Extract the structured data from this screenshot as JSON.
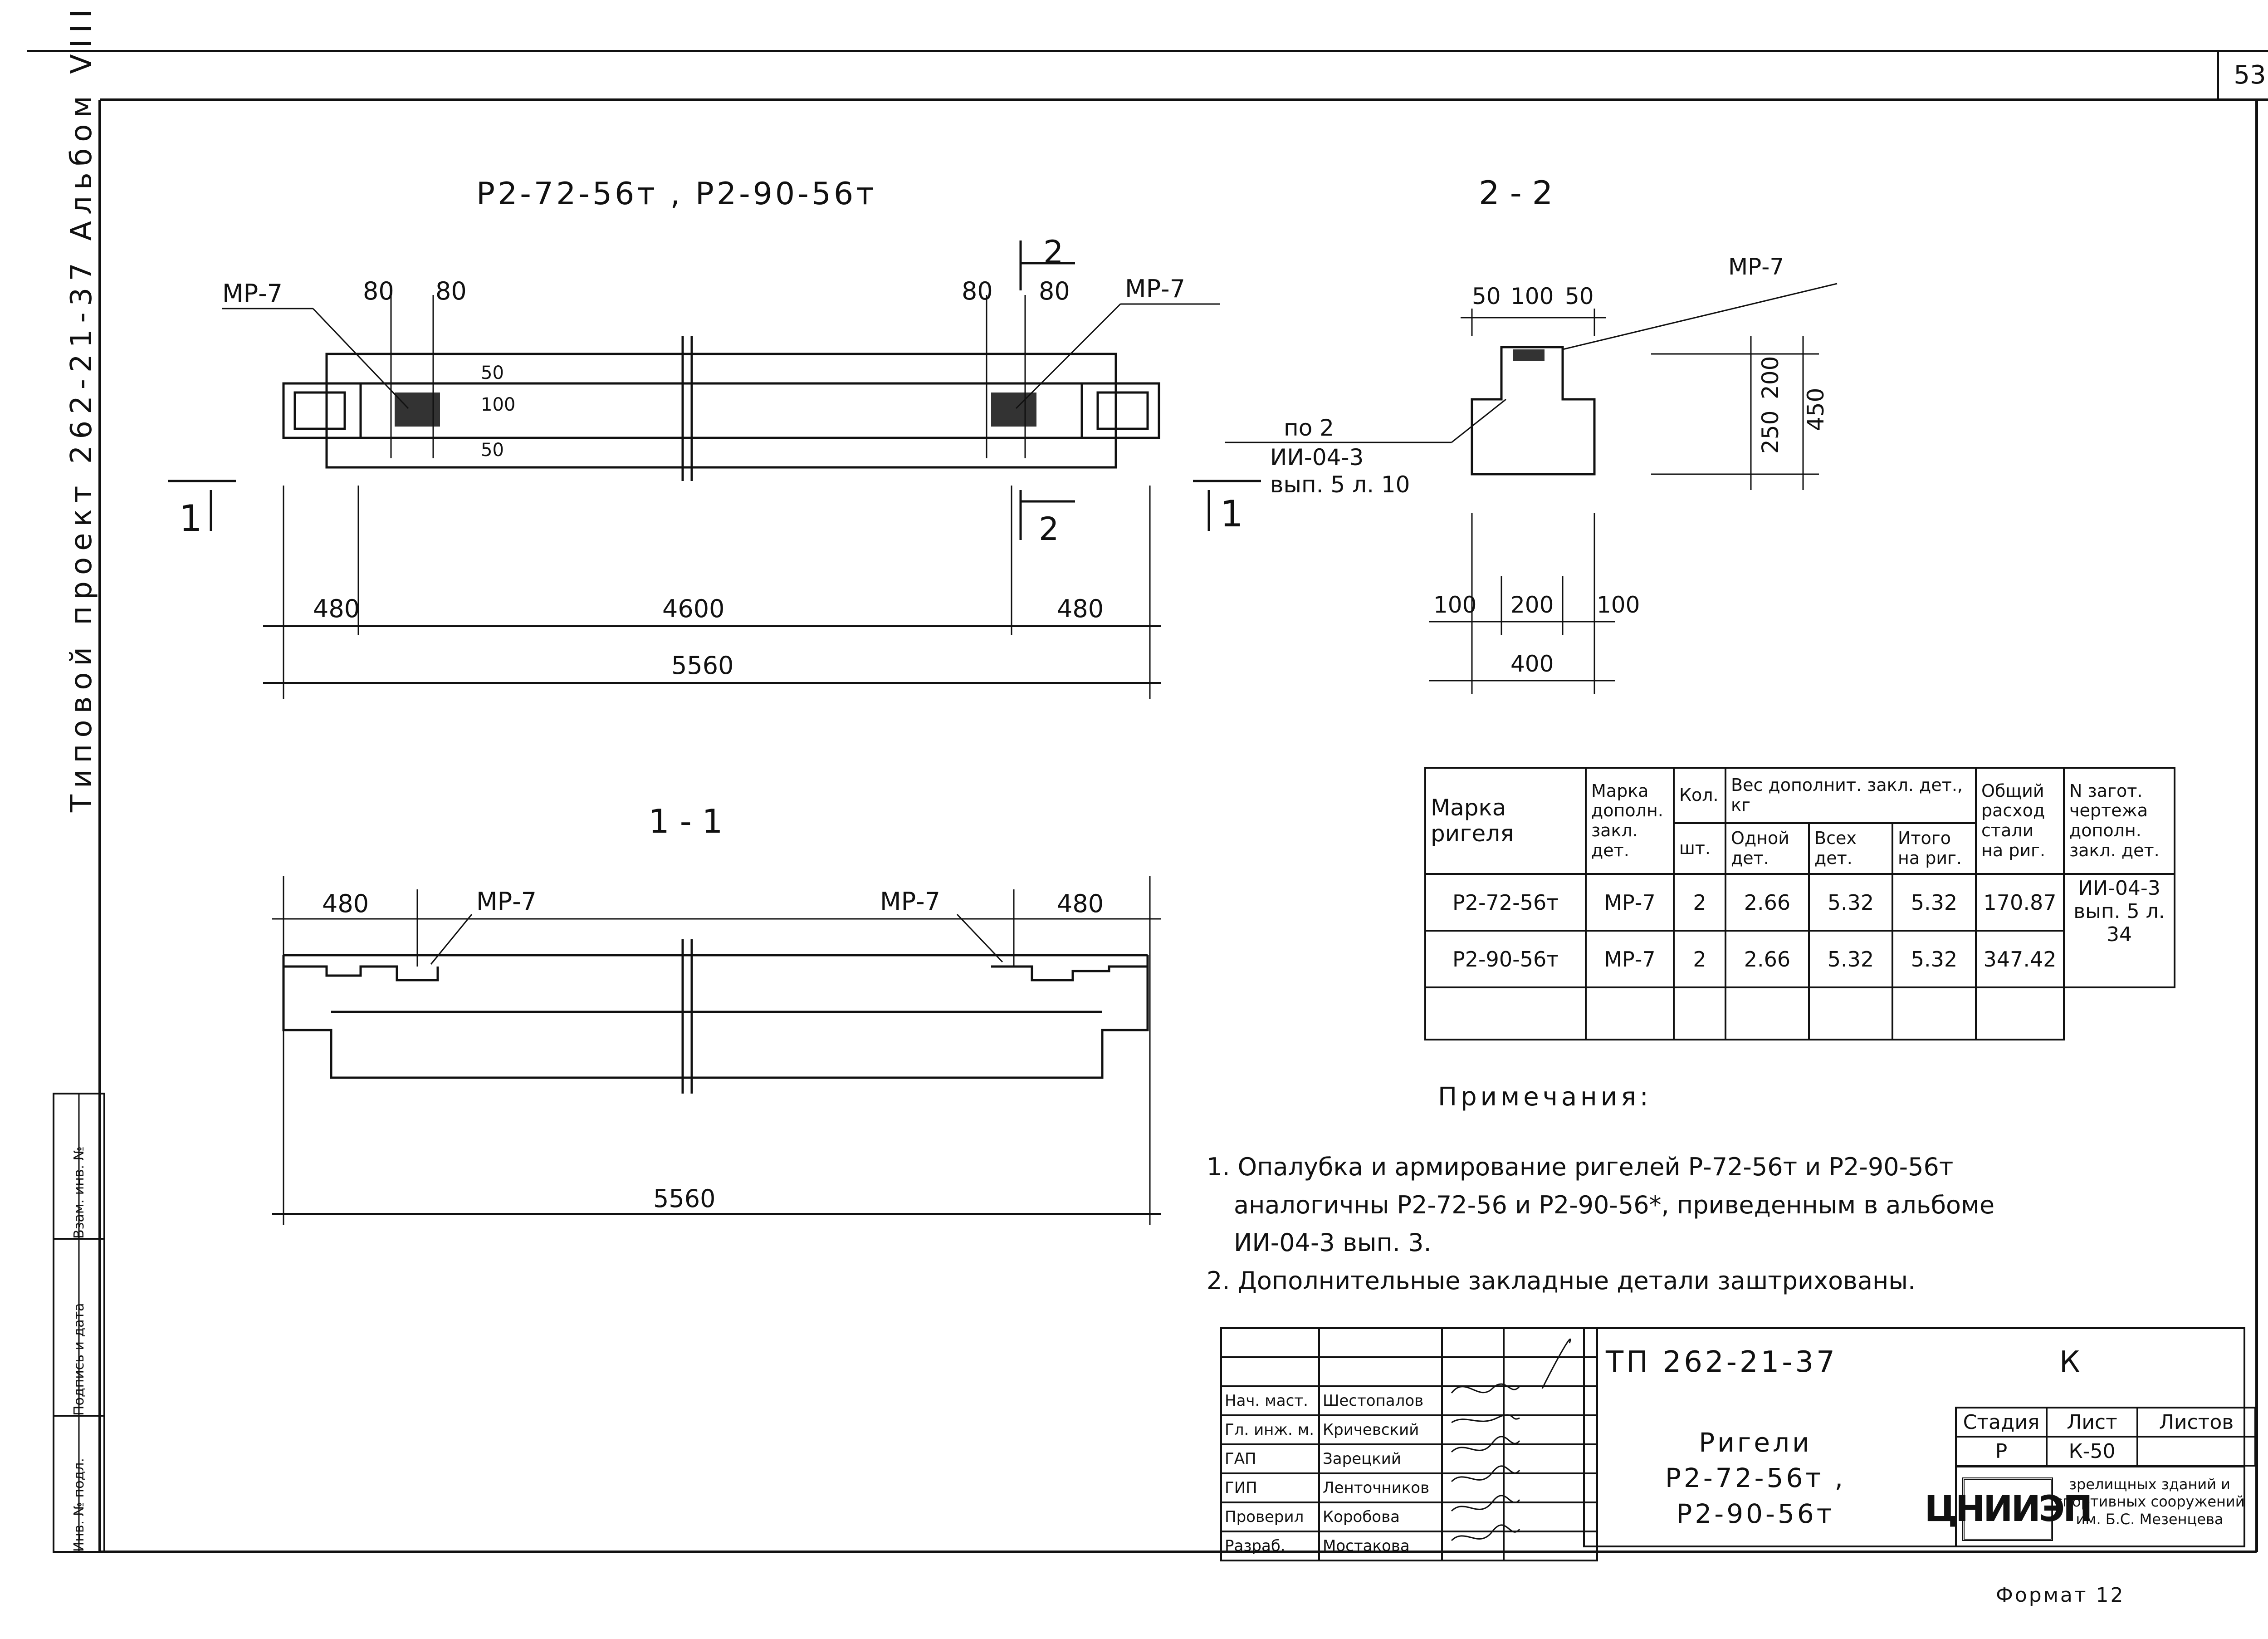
{
  "sheet_number": "53",
  "side_label": "Типовой проект 262-21-37 Альбом VIII",
  "side_cells": [
    "Взам. инв. №",
    "Подпись и дата",
    "Инв. № подл."
  ],
  "views": {
    "plan_title": "Р2-72-56т ,   Р2-90-56т",
    "section22_title": "2 - 2",
    "section11_title": "1 - 1",
    "mark_mr7": "МР-7",
    "cut1": "1",
    "cut2": "2",
    "dims_plan": {
      "d80": "80",
      "d50": "50",
      "d100": "100",
      "d480": "480",
      "d4600": "4600",
      "d5560": "5560"
    },
    "dims_22": {
      "d50": "50",
      "d100": "100",
      "d200": "200",
      "d250": "250",
      "d450": "450",
      "d400": "400"
    },
    "leader_22": [
      "по 2",
      "ИИ-04-3",
      "вып. 5 л. 10"
    ]
  },
  "spec_table": {
    "headers": {
      "marka_rigelya": "Марка ригеля",
      "marka_dopoln": "Марка дополн. закл. дет.",
      "kol": "Кол.",
      "sht": "шт.",
      "ves": "Вес дополнит. закл. дет., кг",
      "odnoy": "Одной дет.",
      "vseh": "Всех дет.",
      "itogo": "Итого на риг.",
      "obshiy": "Общий расход стали на риг.",
      "n_zagot": "N загот. чертежа дополн. закл. дет."
    },
    "rows": [
      {
        "marka": "Р2-72-56т",
        "mr": "МР-7",
        "kol": "2",
        "odnoy": "2.66",
        "vseh": "5.32",
        "itogo": "5.32",
        "obshiy": "170.87"
      },
      {
        "marka": "Р2-90-56т",
        "mr": "МР-7",
        "kol": "2",
        "odnoy": "2.66",
        "vseh": "5.32",
        "itogo": "5.32",
        "obshiy": "347.42"
      }
    ],
    "zagot_ref": "ИИ-04-3 вып. 5 л. 34"
  },
  "notes": {
    "title": "Примечания:",
    "n1a": "1. Опалубка и армирование ригелей Р-72-56т и Р2-90-56т",
    "n1b": "аналогичны Р2-72-56 и Р2-90-56*, приведенным в альбоме",
    "n1c": "ИИ-04-3 вып. 3.",
    "n2": "2. Дополнительные закладные детали заштрихованы."
  },
  "title_block": {
    "people": [
      {
        "role": "Нач. маст.",
        "name": "Шестопалов"
      },
      {
        "role": "Гл. инж. м.",
        "name": "Кричевский"
      },
      {
        "role": "ГАП",
        "name": "Зарецкий"
      },
      {
        "role": "ГИП",
        "name": "Ленточников"
      },
      {
        "role": "Проверил",
        "name": "Коробова"
      },
      {
        "role": "Разраб.",
        "name": "Мостакова"
      }
    ],
    "code": "ТП 262-21-37",
    "k": "К",
    "name1": "Ригели",
    "name2": "Р2-72-56т ,",
    "name3": "Р2-90-56т",
    "stage_h": "Стадия",
    "list_h": "Лист",
    "listov_h": "Листов",
    "stage": "Р",
    "list": "К-50",
    "listov": "",
    "logo": "ЦНИИЭП",
    "org": "зрелищных зданий и спортивных сооружений им. Б.С. Мезенцева"
  },
  "format": "Формат 12"
}
